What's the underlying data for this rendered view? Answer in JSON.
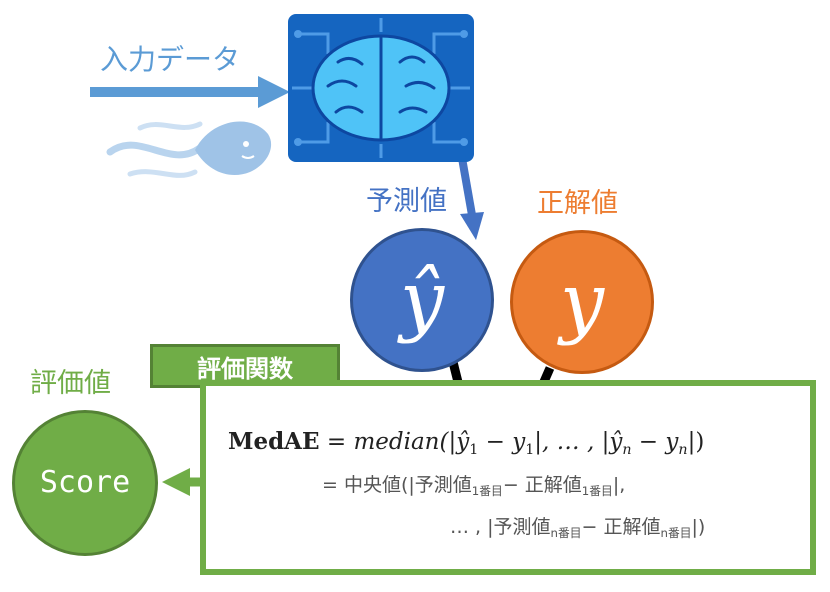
{
  "input": {
    "label": "入力データ"
  },
  "labels": {
    "prediction": "予測値",
    "ground_truth": "正解値",
    "eval_value": "評価値",
    "eval_function": "評価関数"
  },
  "circles": {
    "prediction_symbol": "ŷ",
    "truth_symbol": "y",
    "score_label": "Score"
  },
  "formula": {
    "lhs": "MedAE",
    "eq": "=",
    "fn": "median",
    "line1_rest": "(|ŷ",
    "sub1": "1",
    "mid1": " − y",
    "sub1b": "1",
    "tail1": "|, … , |ŷ",
    "subn": "n",
    "mid2": " − y",
    "subnb": "n",
    "tail2": "|)",
    "line2_prefix": "= 中央値(|予測値",
    "line2_sub1": "1番目",
    "line2_mid": "− 正解値",
    "line2_sub2": "1番目",
    "line2_tail": "|,",
    "line3_prefix": "… , |予測値",
    "line3_sub1": "n番目",
    "line3_mid": "− 正解値",
    "line3_sub2": "n番目",
    "line3_tail": "|)"
  },
  "colors": {
    "blue_arrow": "#5b9bd5",
    "pred_circle": "#4472c4",
    "truth_circle": "#ed7d31",
    "green": "#70ad47",
    "dark_green": "#548235",
    "brain_bg": "#1565c0"
  }
}
